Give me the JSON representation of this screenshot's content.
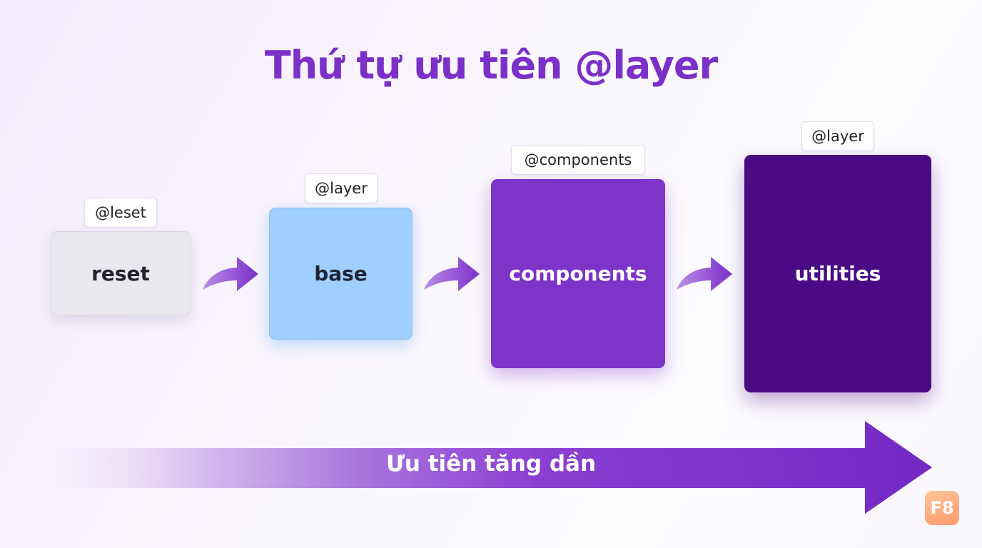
{
  "title": "Thứ tự ưu tiên @layer",
  "layers": [
    {
      "label": "reset",
      "tag": "@leset",
      "color": "#e9e8ee"
    },
    {
      "label": "base",
      "tag": "@layer",
      "color": "#9fcffd"
    },
    {
      "label": "components",
      "tag": "@components",
      "color": "#7d34c8"
    },
    {
      "label": "utilities",
      "tag": "@layer",
      "color": "#4a0a84"
    }
  ],
  "priority_arrow": {
    "label": "Ưu tiên tăng dần",
    "color": "#7b30c8"
  },
  "logo": {
    "text": "F8",
    "color": "#ff9b6b"
  }
}
